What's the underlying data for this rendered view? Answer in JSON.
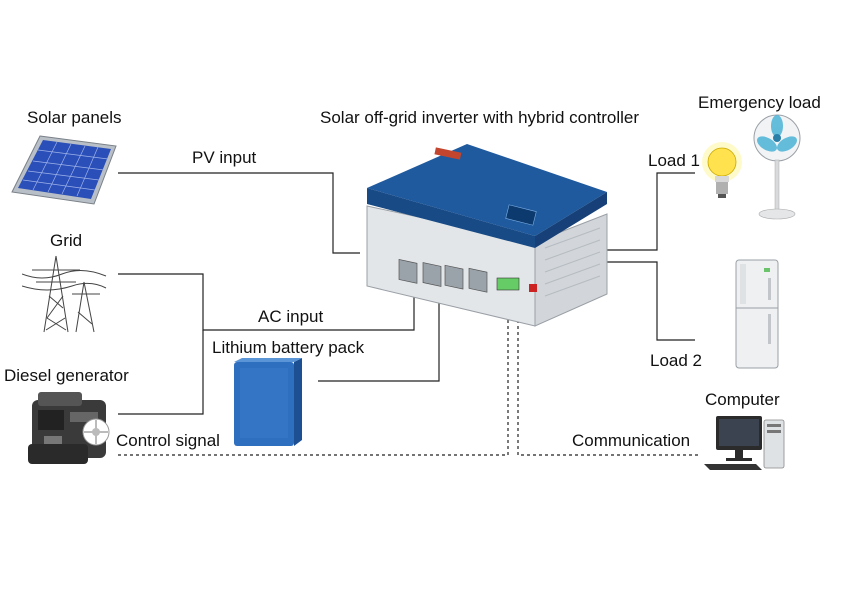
{
  "title": "Solar off-grid inverter with hybrid controller",
  "sources": {
    "solar": "Solar panels",
    "grid": "Grid",
    "diesel": "Diesel generator"
  },
  "connections": {
    "pv": "PV input",
    "ac": "AC input",
    "control": "Control signal",
    "communication": "Communication"
  },
  "battery": "Lithium battery pack",
  "loads": {
    "emergency": "Emergency load",
    "load1": "Load 1",
    "load2": "Load 2",
    "computer": "Computer"
  },
  "colors": {
    "inverter_top": "#1f5a9e",
    "battery": "#2f6fc0",
    "solar_cell": "#2a4fb8",
    "wire": "#222222"
  }
}
